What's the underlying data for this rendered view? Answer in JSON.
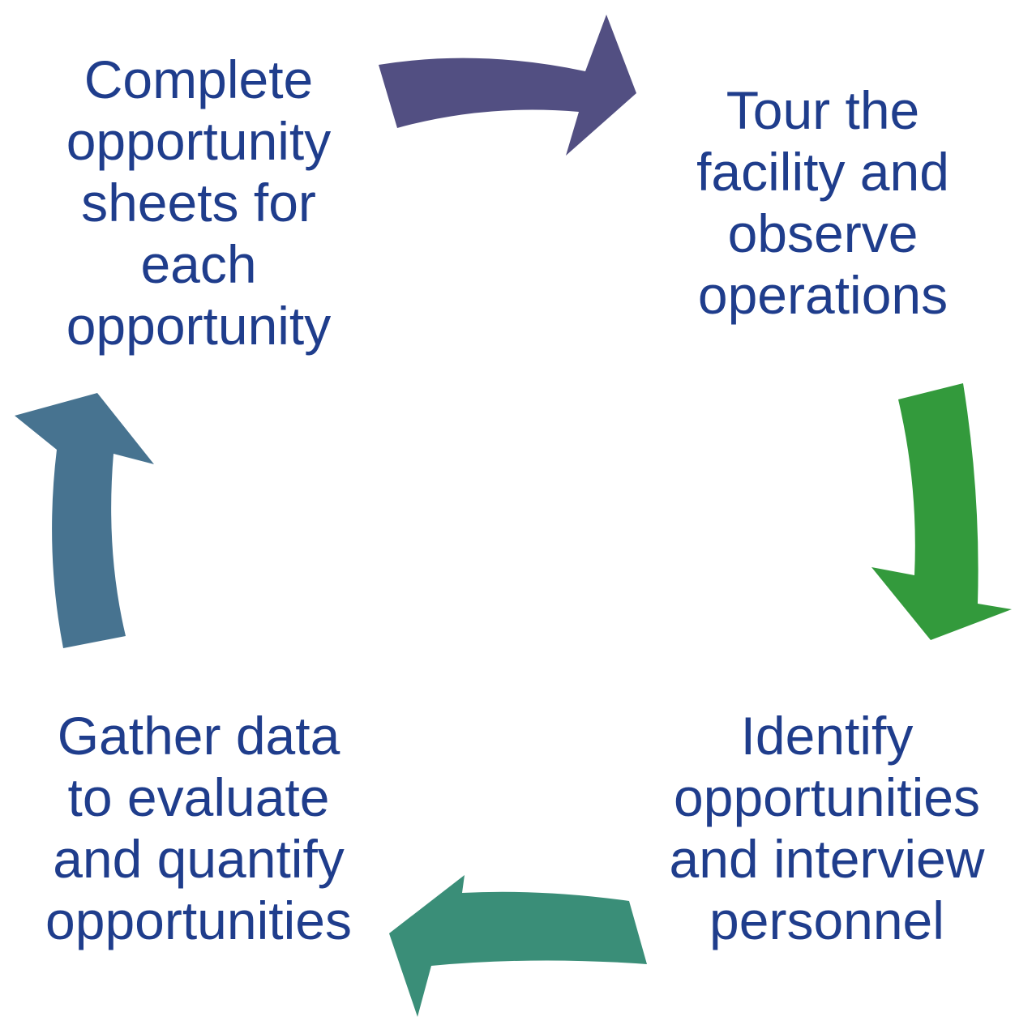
{
  "steps": [
    {
      "id": "complete",
      "lines": [
        "Complete",
        "opportunity",
        "sheets for",
        "each",
        "opportunity"
      ]
    },
    {
      "id": "tour",
      "lines": [
        "Tour the",
        "facility and",
        "observe",
        "operations"
      ]
    },
    {
      "id": "identify",
      "lines": [
        "Identify",
        "opportunities",
        "and interview",
        "personnel"
      ]
    },
    {
      "id": "gather",
      "lines": [
        "Gather data",
        "to evaluate",
        "and quantify",
        "opportunities"
      ]
    }
  ],
  "colors": {
    "text": "#1f3d8c",
    "arrow_top": "#524f82",
    "arrow_right": "#339a3c",
    "arrow_bottom": "#3a8e78",
    "arrow_left": "#477390"
  }
}
